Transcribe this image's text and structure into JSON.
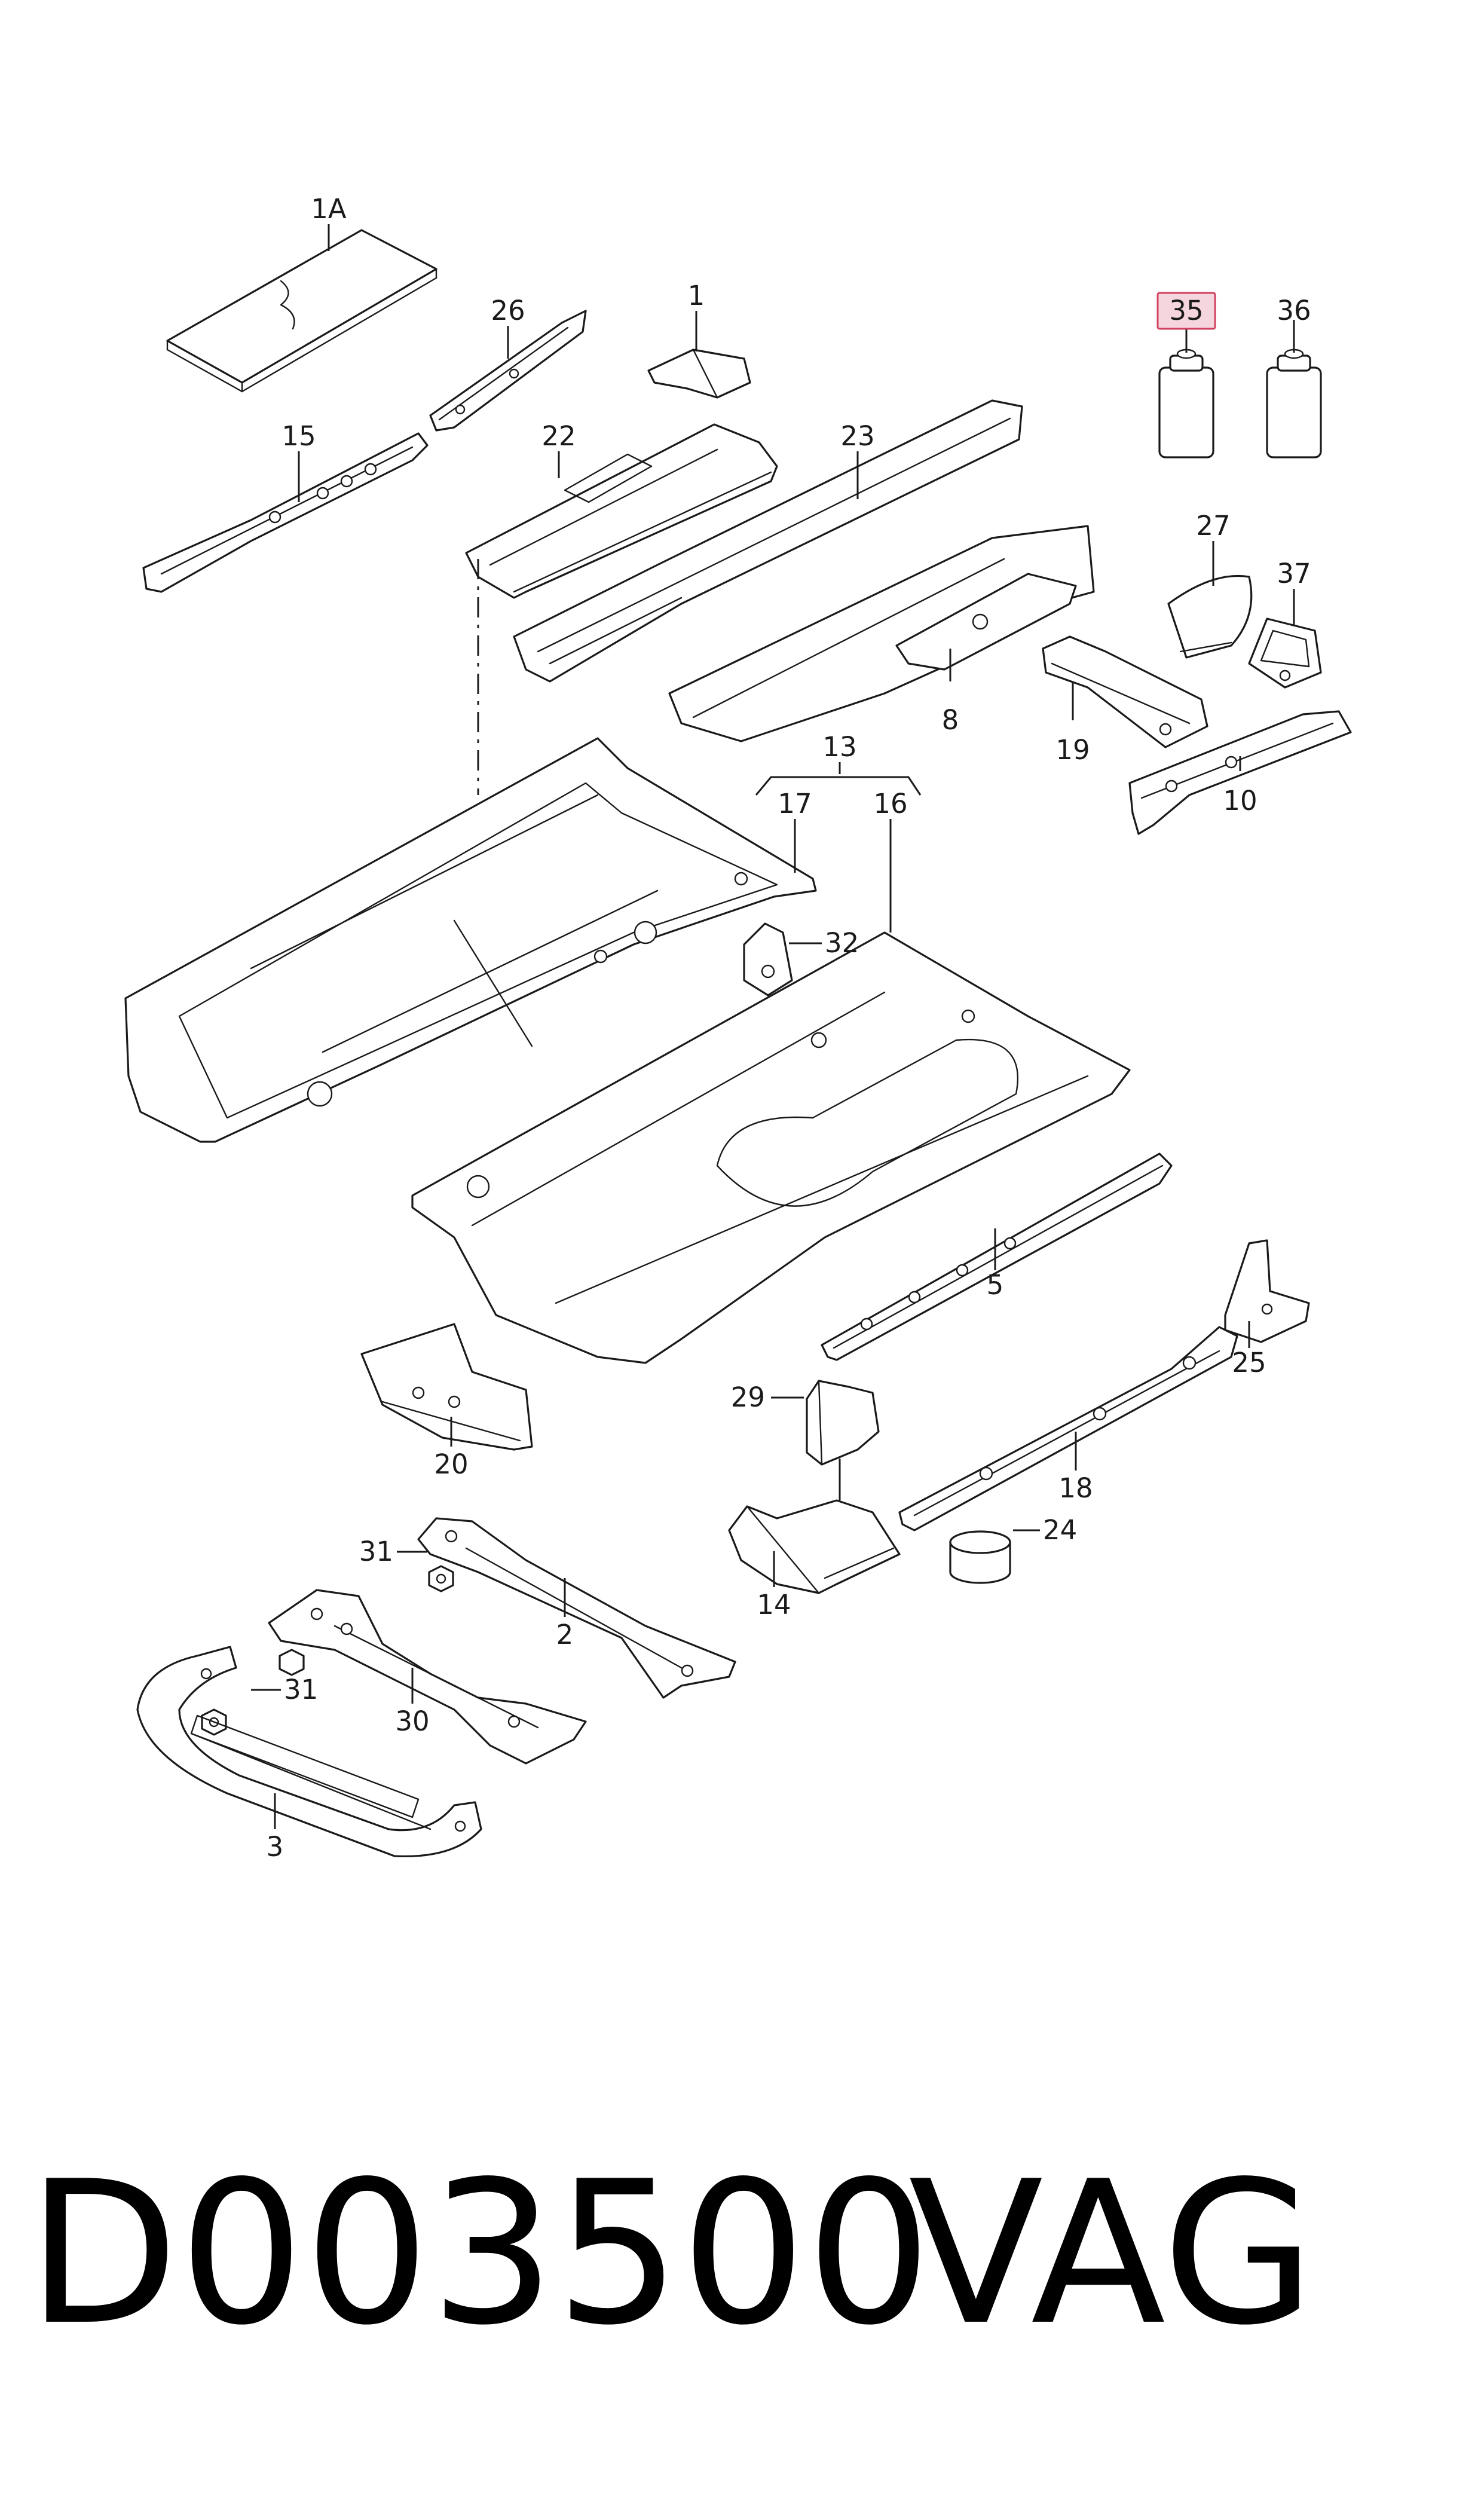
{
  "callouts": [
    {
      "id": "1A",
      "label": "1A"
    },
    {
      "id": "26",
      "label": "26"
    },
    {
      "id": "1",
      "label": "1"
    },
    {
      "id": "35",
      "label": "35",
      "highlighted": true
    },
    {
      "id": "36",
      "label": "36"
    },
    {
      "id": "15",
      "label": "15"
    },
    {
      "id": "22",
      "label": "22"
    },
    {
      "id": "23",
      "label": "23"
    },
    {
      "id": "27",
      "label": "27"
    },
    {
      "id": "37",
      "label": "37"
    },
    {
      "id": "8",
      "label": "8"
    },
    {
      "id": "19",
      "label": "19"
    },
    {
      "id": "13",
      "label": "13"
    },
    {
      "id": "17",
      "label": "17"
    },
    {
      "id": "16",
      "label": "16"
    },
    {
      "id": "10",
      "label": "10"
    },
    {
      "id": "32",
      "label": "32"
    },
    {
      "id": "5",
      "label": "5"
    },
    {
      "id": "25",
      "label": "25"
    },
    {
      "id": "29",
      "label": "29"
    },
    {
      "id": "20",
      "label": "20"
    },
    {
      "id": "18",
      "label": "18"
    },
    {
      "id": "24",
      "label": "24"
    },
    {
      "id": "31a",
      "label": "31"
    },
    {
      "id": "14",
      "label": "14"
    },
    {
      "id": "2",
      "label": "2"
    },
    {
      "id": "31b",
      "label": "31"
    },
    {
      "id": "30",
      "label": "30"
    },
    {
      "id": "3",
      "label": "3"
    }
  ],
  "footer": {
    "diagram_code": "D003500",
    "brand": "VAG"
  },
  "colors": {
    "line": "#1a1a1a",
    "highlight_fill": "#f6d6de",
    "highlight_stroke": "#d0405f"
  }
}
